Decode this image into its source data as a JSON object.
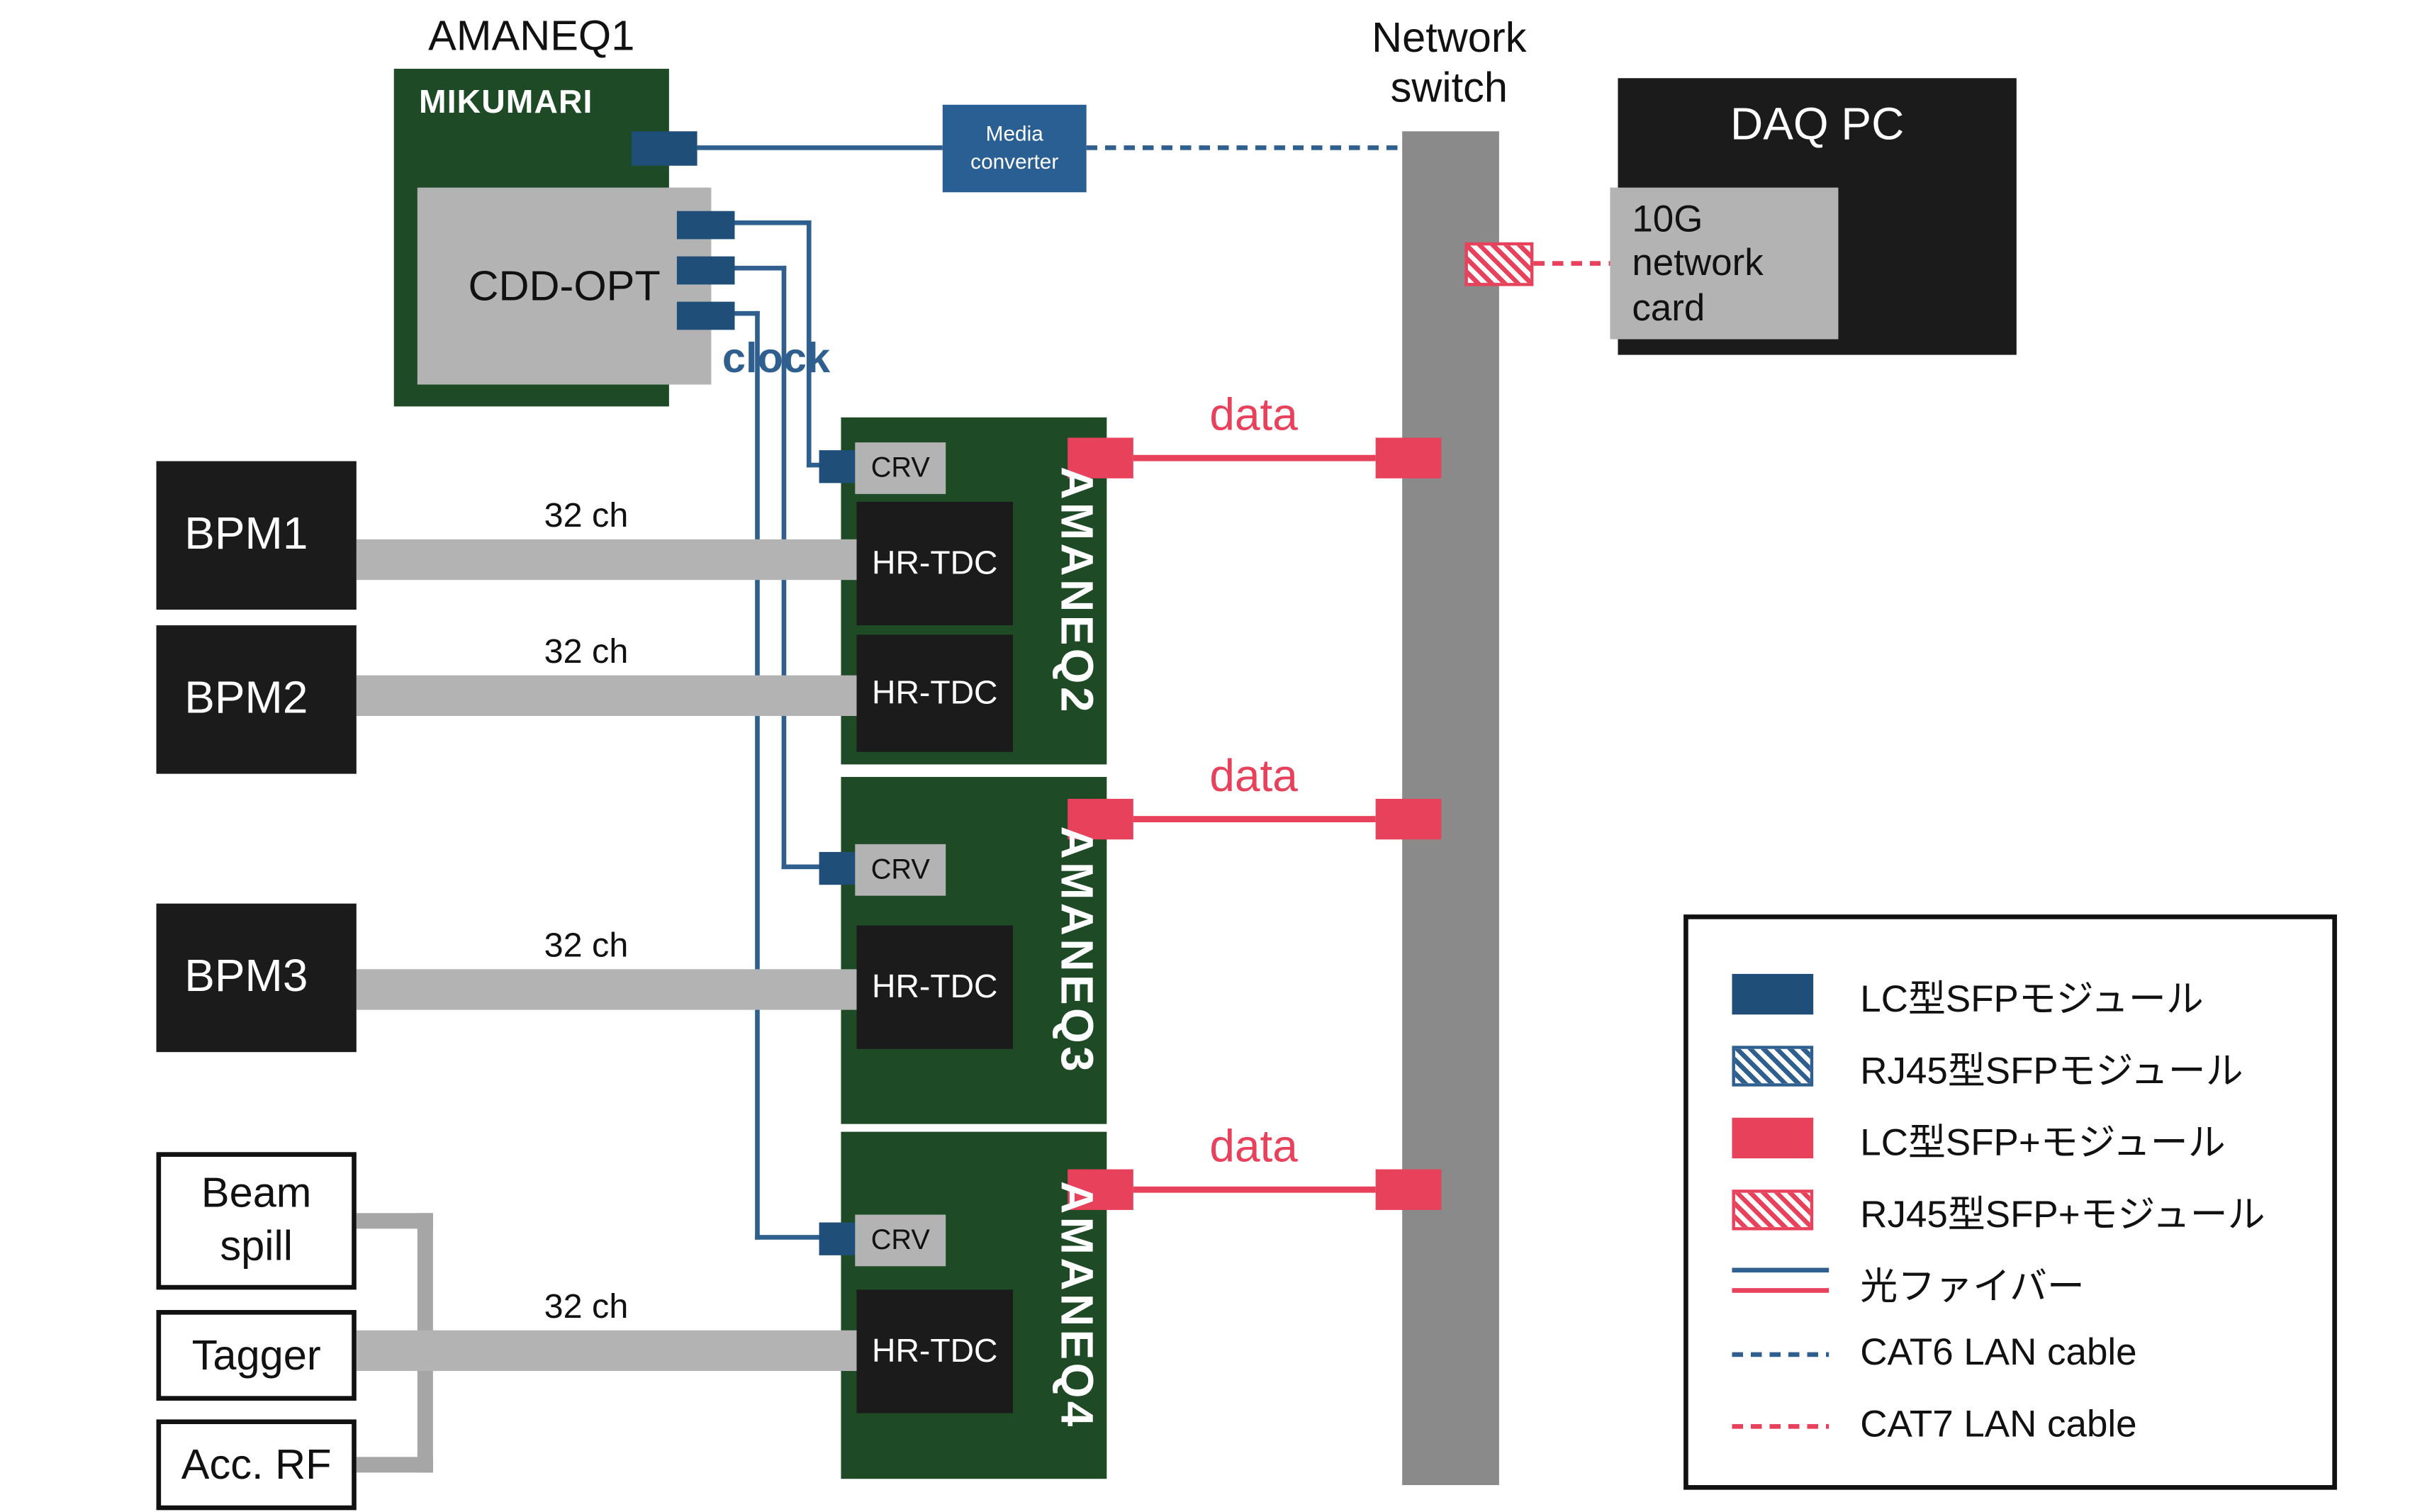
{
  "diagram": {
    "amaneq1": {
      "title": "AMANEQ1",
      "board_label": "MIKUMARI",
      "mezzanine": "CDD-OPT",
      "clock_label": "clock"
    },
    "media_converter": {
      "label": "Media converter"
    },
    "network_switch": {
      "label": "Network switch"
    },
    "daq_pc": {
      "label": "DAQ PC",
      "nic_label": "10G network card"
    },
    "boards": [
      {
        "name": "AMANEQ2",
        "crv": "CRV",
        "data_label": "data",
        "tdcs": [
          "HR-TDC",
          "HR-TDC"
        ]
      },
      {
        "name": "AMANEQ3",
        "crv": "CRV",
        "data_label": "data",
        "tdcs": [
          "HR-TDC"
        ]
      },
      {
        "name": "AMANEQ4",
        "crv": "CRV",
        "data_label": "data",
        "tdcs": [
          "HR-TDC"
        ]
      }
    ],
    "detectors": {
      "bpm1": "BPM1",
      "bpm2": "BPM2",
      "bpm3": "BPM3",
      "beam_spill": "Beam spill",
      "tagger": "Tagger",
      "acc_rf": "Acc. RF"
    },
    "channel_labels": [
      "32 ch",
      "32 ch",
      "32 ch",
      "32 ch"
    ]
  },
  "legend": {
    "items": [
      {
        "swatch": "lc-sfp-blue-solid",
        "label": "LC型SFPモジュール"
      },
      {
        "swatch": "rj45-sfp-blue-hatched",
        "label": "RJ45型SFPモジュール"
      },
      {
        "swatch": "lc-sfp-plus-red-solid",
        "label": "LC型SFP+モジュール"
      },
      {
        "swatch": "rj45-sfp-plus-red-hatched",
        "label": "RJ45型SFP+モジュール"
      },
      {
        "swatch": "optical-fiber-lines",
        "label": "光ファイバー"
      },
      {
        "swatch": "cat6-blue-dashed",
        "label": "CAT6 LAN cable"
      },
      {
        "swatch": "cat7-red-dashed",
        "label": "CAT7 LAN cable"
      }
    ]
  },
  "colors": {
    "board_green": "#1e4a26",
    "sfp_blue": "#1f4e79",
    "fiber_blue": "#2e5f8e",
    "sfp_plus_red": "#e8415c",
    "switch_gray": "#8a8a8a",
    "panel_gray": "#b3b3b3",
    "connector_gray": "#a6a6a6",
    "box_black": "#1b1b1b"
  }
}
